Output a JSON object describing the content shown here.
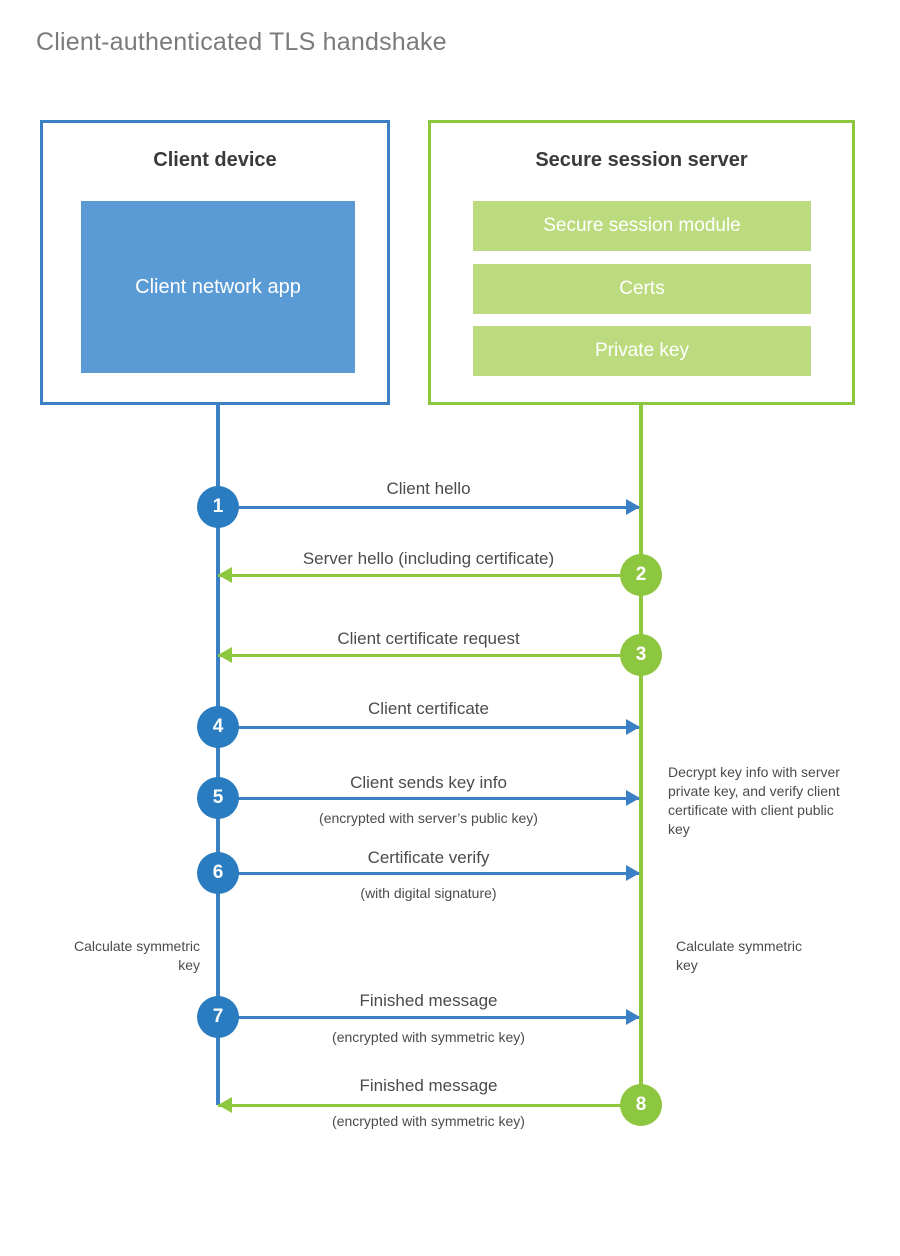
{
  "title": "Client-authenticated TLS handshake",
  "colors": {
    "client_border": "#3b7fc4",
    "client_app_fill": "#5b9bd5",
    "client_accent": "#2a7cc0",
    "server_border": "#8dc63f",
    "server_bar_fill": "#bbdb7e",
    "server_accent": "#8dc63f",
    "text": "#4b4b4b",
    "title_text": "#7b7b7b",
    "background": "#ffffff"
  },
  "client": {
    "title": "Client device",
    "app_label": "Client network app"
  },
  "server": {
    "title": "Secure session server",
    "bars": [
      "Secure session module",
      "Certs",
      "Private key"
    ]
  },
  "steps": [
    {
      "number": "1",
      "label": "Client hello",
      "sublabel": "",
      "direction": "client-to-server",
      "color": "#2a7cc0"
    },
    {
      "number": "2",
      "label": "Server hello (including certificate)",
      "sublabel": "",
      "direction": "server-to-client",
      "color": "#8dc63f"
    },
    {
      "number": "3",
      "label": "Client certificate request",
      "sublabel": "",
      "direction": "server-to-client",
      "color": "#8dc63f"
    },
    {
      "number": "4",
      "label": "Client certificate",
      "sublabel": "",
      "direction": "client-to-server",
      "color": "#2a7cc0"
    },
    {
      "number": "5",
      "label": "Client sends key info",
      "sublabel": "(encrypted with server’s public key)",
      "direction": "client-to-server",
      "color": "#2a7cc0"
    },
    {
      "number": "6",
      "label": "Certificate verify",
      "sublabel": "(with digital signature)",
      "direction": "client-to-server",
      "color": "#2a7cc0"
    },
    {
      "number": "7",
      "label": "Finished message",
      "sublabel": "(encrypted with symmetric key)",
      "direction": "client-to-server",
      "color": "#2a7cc0"
    },
    {
      "number": "8",
      "label": "Finished message",
      "sublabel": "(encrypted with symmetric key)",
      "direction": "server-to-client",
      "color": "#8dc63f"
    }
  ],
  "notes": {
    "server_decrypt": "Decrypt key info with server private key, and verify client certificate with client public key",
    "client_calculate": "Calculate symmetric key",
    "server_calculate": "Calculate symmetric key"
  }
}
